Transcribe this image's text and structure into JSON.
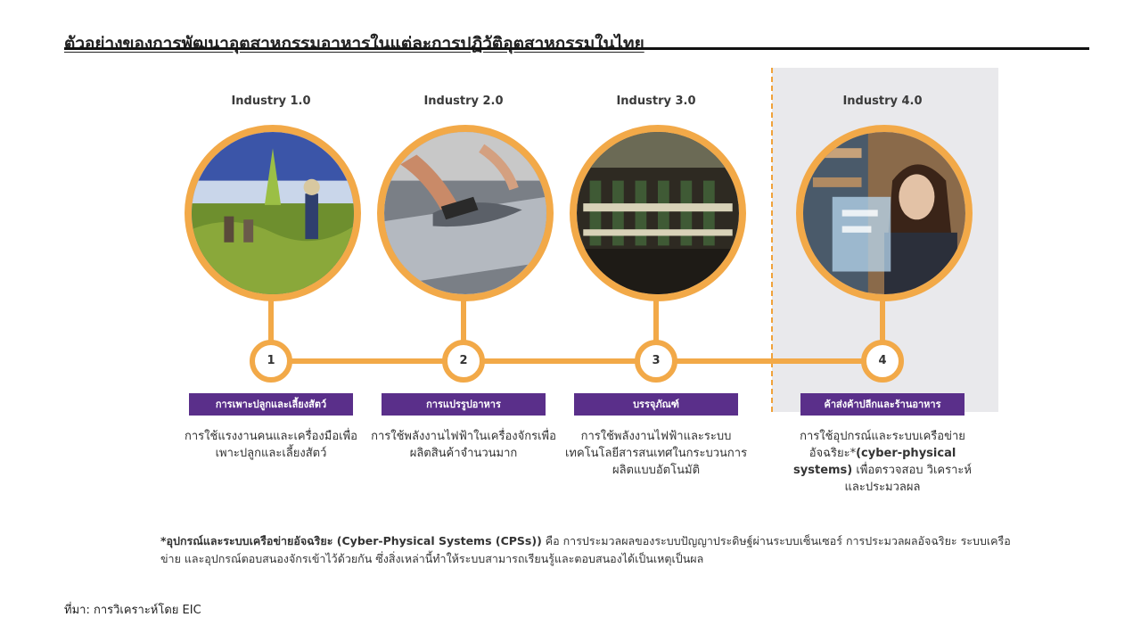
{
  "title": "ตัวอย่างของการพัฒนาอุตสาหกรรมอาหารในแต่ละการปฏิวัติอุตสาหกรรมในไทย",
  "stages": [
    {
      "industry": "Industry 1.0",
      "number": "1",
      "label": "การเพาะปลูกและเลี้ยงสัตว์",
      "description": "การใช้แรงงานคนและเครื่องมือเพื่อเพาะปลูกและเลี้ยงสัตว์",
      "image": "farmers-in-rice-field"
    },
    {
      "industry": "Industry 2.0",
      "number": "2",
      "label": "การแปรรูปอาหาร",
      "description": "การใช้พลังงานไฟฟ้าในเครื่องจักรเพื่อผลิตสินค้าจำนวนมาก",
      "image": "fish-processing-hands"
    },
    {
      "industry": "Industry 3.0",
      "number": "3",
      "label": "บรรจุภัณฑ์",
      "description": "การใช้พลังงานไฟฟ้าและระบบเทคโนโลยีสารสนเทศในกระบวนการผลิตแบบอัตโนมัติ",
      "image": "bottling-line"
    },
    {
      "industry": "Industry 4.0",
      "number": "4",
      "label": "ค้าส่งค้าปลีกและร้านอาหาร",
      "description_pre": "การใช้อุปกรณ์และระบบเครือข่ายอัจฉริยะ*",
      "description_bold": "(cyber-physical systems)",
      "description_post": " เพื่อตรวจสอบ วิเคราะห์และประมวลผล",
      "image": "woman-with-digital-screen"
    }
  ],
  "footnote": {
    "bold": "*อุปกรณ์และระบบเครือข่ายอัจฉริยะ (Cyber-Physical Systems (CPSs))",
    "text": " คือ การประมวลผลของระบบปัญญาประดิษฐ์ผ่านระบบเซ็นเซอร์ การประมวลผลอัจฉริยะ ระบบเครือข่าย และอุปกรณ์ตอบสนองจักรเข้าไว้ด้วยกัน ซึ่งสิ่งเหล่านี้ทำให้ระบบสามารถเรียนรู้และตอบสนองได้เป็นเหตุเป็นผล"
  },
  "source": "ที่มา: การวิเคราะห์โดย EIC",
  "colors": {
    "accent": "#f2a948",
    "label_bg": "#5a2f8a",
    "highlight_bg": "#e9e9ec"
  }
}
